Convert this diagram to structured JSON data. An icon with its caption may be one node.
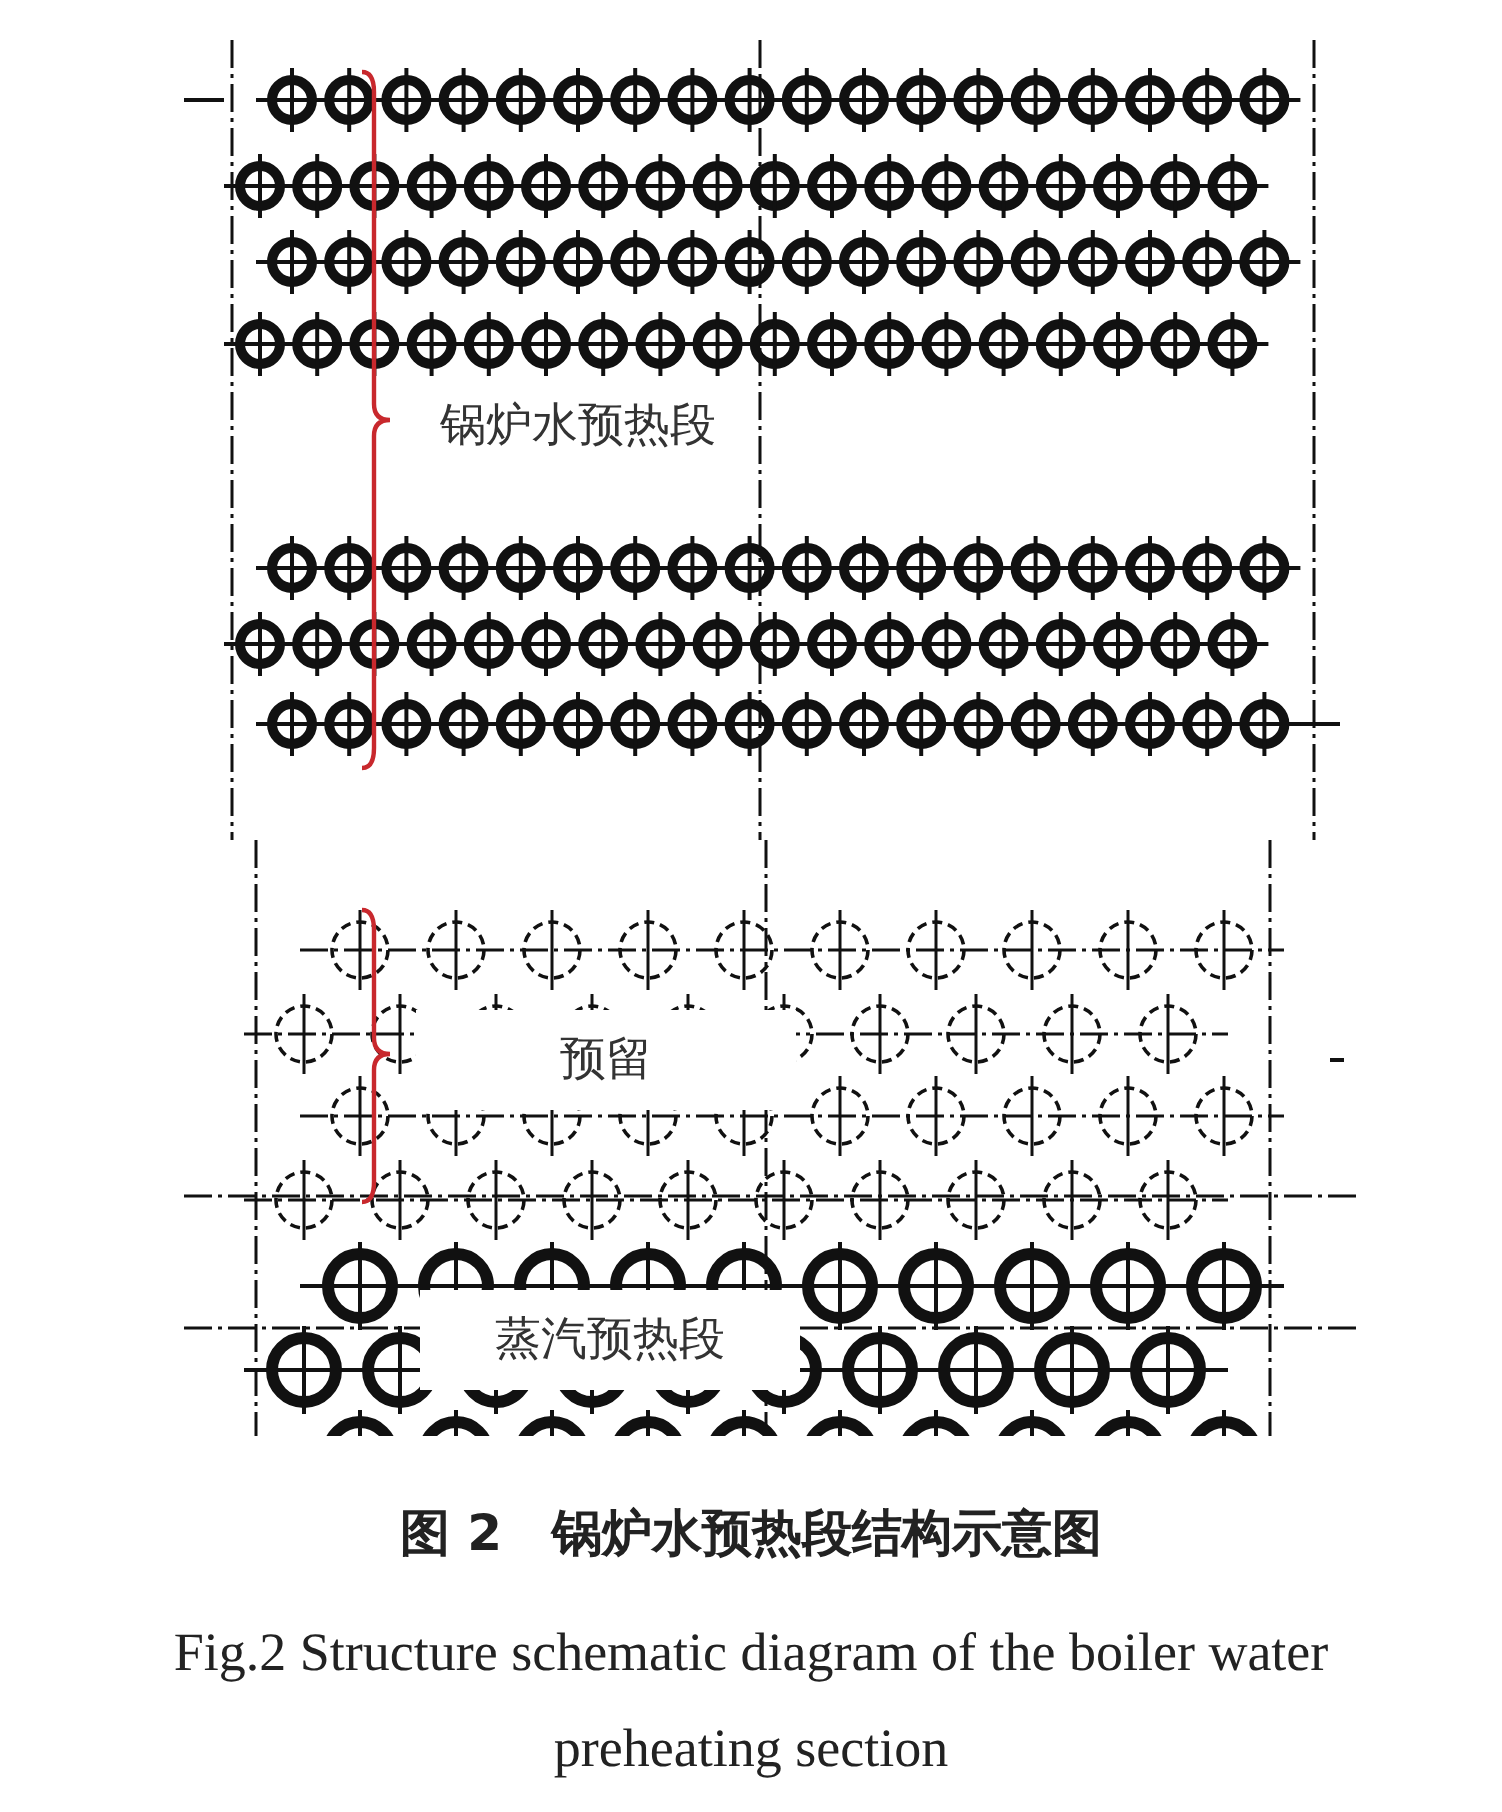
{
  "diagram": {
    "title": "图 2　锅炉水预热段结构示意图",
    "caption": "Fig.2  Structure schematic diagram of the boiler water preheating section",
    "labels": [
      "锅炉水预热段",
      "预留",
      "蒸汽预热段"
    ]
  }
}
